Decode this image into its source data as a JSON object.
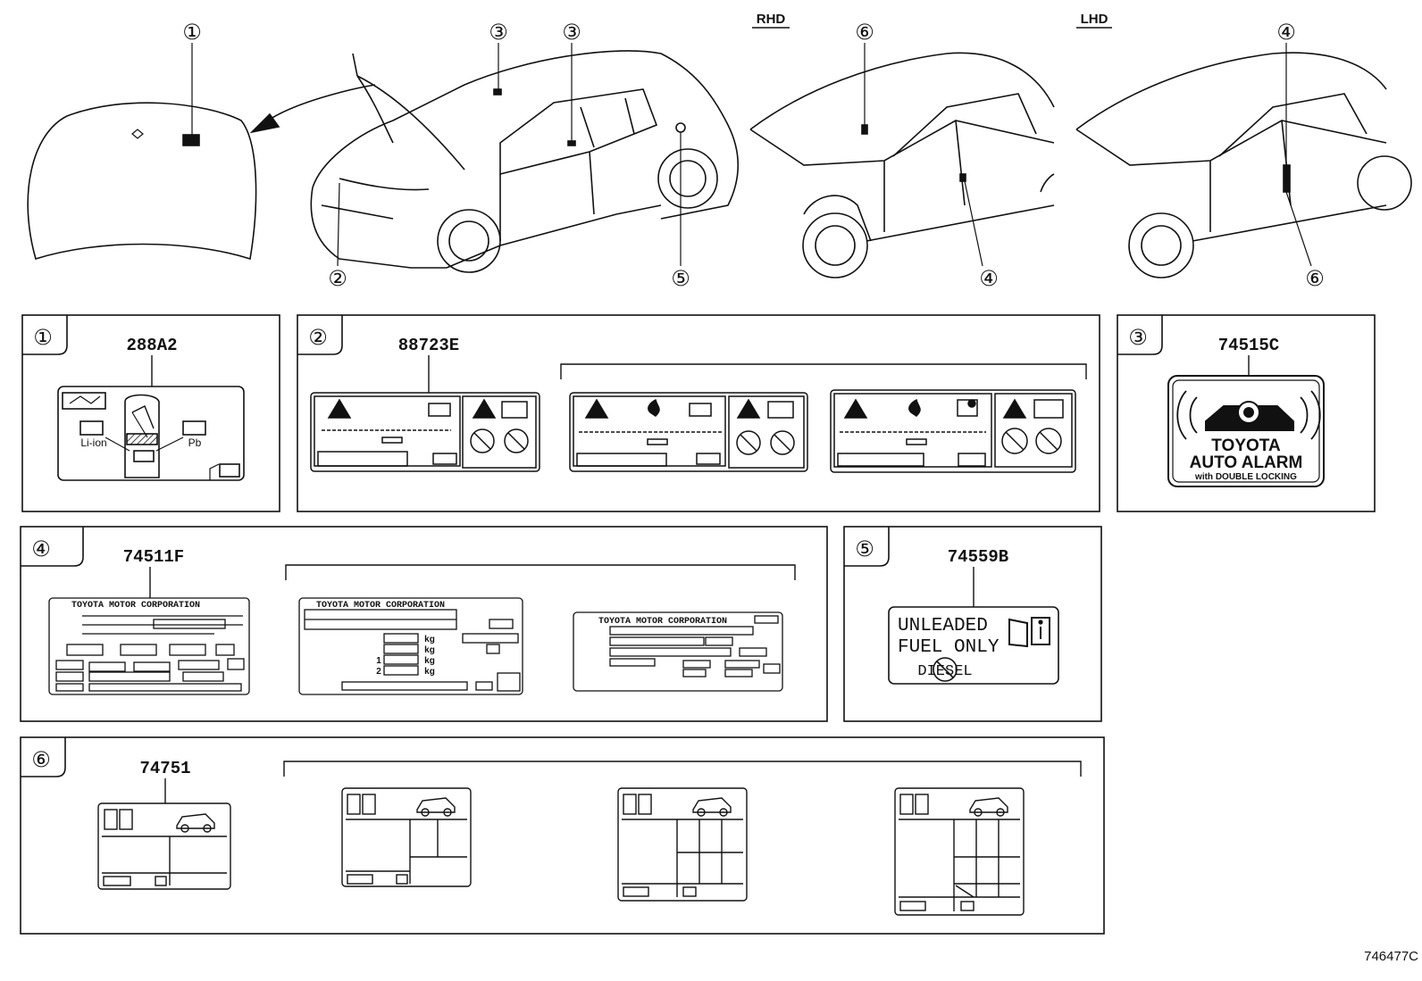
{
  "header": {
    "rhd_label": "RHD",
    "lhd_label": "LHD"
  },
  "callouts": {
    "c1": "①",
    "c2": "②",
    "c3": "③",
    "c4": "④",
    "c5": "⑤",
    "c6": "⑥"
  },
  "panels": [
    {
      "number": "①",
      "part_no": "288A2",
      "label_texts": {
        "left_battery": "Li-ion",
        "right_battery": "Pb"
      }
    },
    {
      "number": "②",
      "part_no": "88723E"
    },
    {
      "number": "③",
      "part_no": "74515C",
      "label_texts": {
        "line1": "TOYOTA",
        "line2": "AUTO ALARM",
        "line3": "with DOUBLE LOCKING"
      }
    },
    {
      "number": "④",
      "part_no": "74511F",
      "label_texts": {
        "company_a": "TOYOTA MOTOR CORPORATION",
        "company_b": "TOYOTA MOTOR CORPORATION",
        "company_c": "TOYOTA MOTOR CORPORATION",
        "kg1": "kg",
        "kg2": "kg",
        "kg3": "kg",
        "kg4": "kg",
        "idx1": "1",
        "idx2": "2"
      }
    },
    {
      "number": "⑤",
      "part_no": "74559B",
      "label_texts": {
        "line1": "UNLEADED",
        "line2": "FUEL ONLY",
        "line3": "DIESEL"
      }
    },
    {
      "number": "⑥",
      "part_no": "74751"
    }
  ],
  "diagram_id": "746477C",
  "colors": {
    "ink": "#111111",
    "paper": "#ffffff"
  }
}
